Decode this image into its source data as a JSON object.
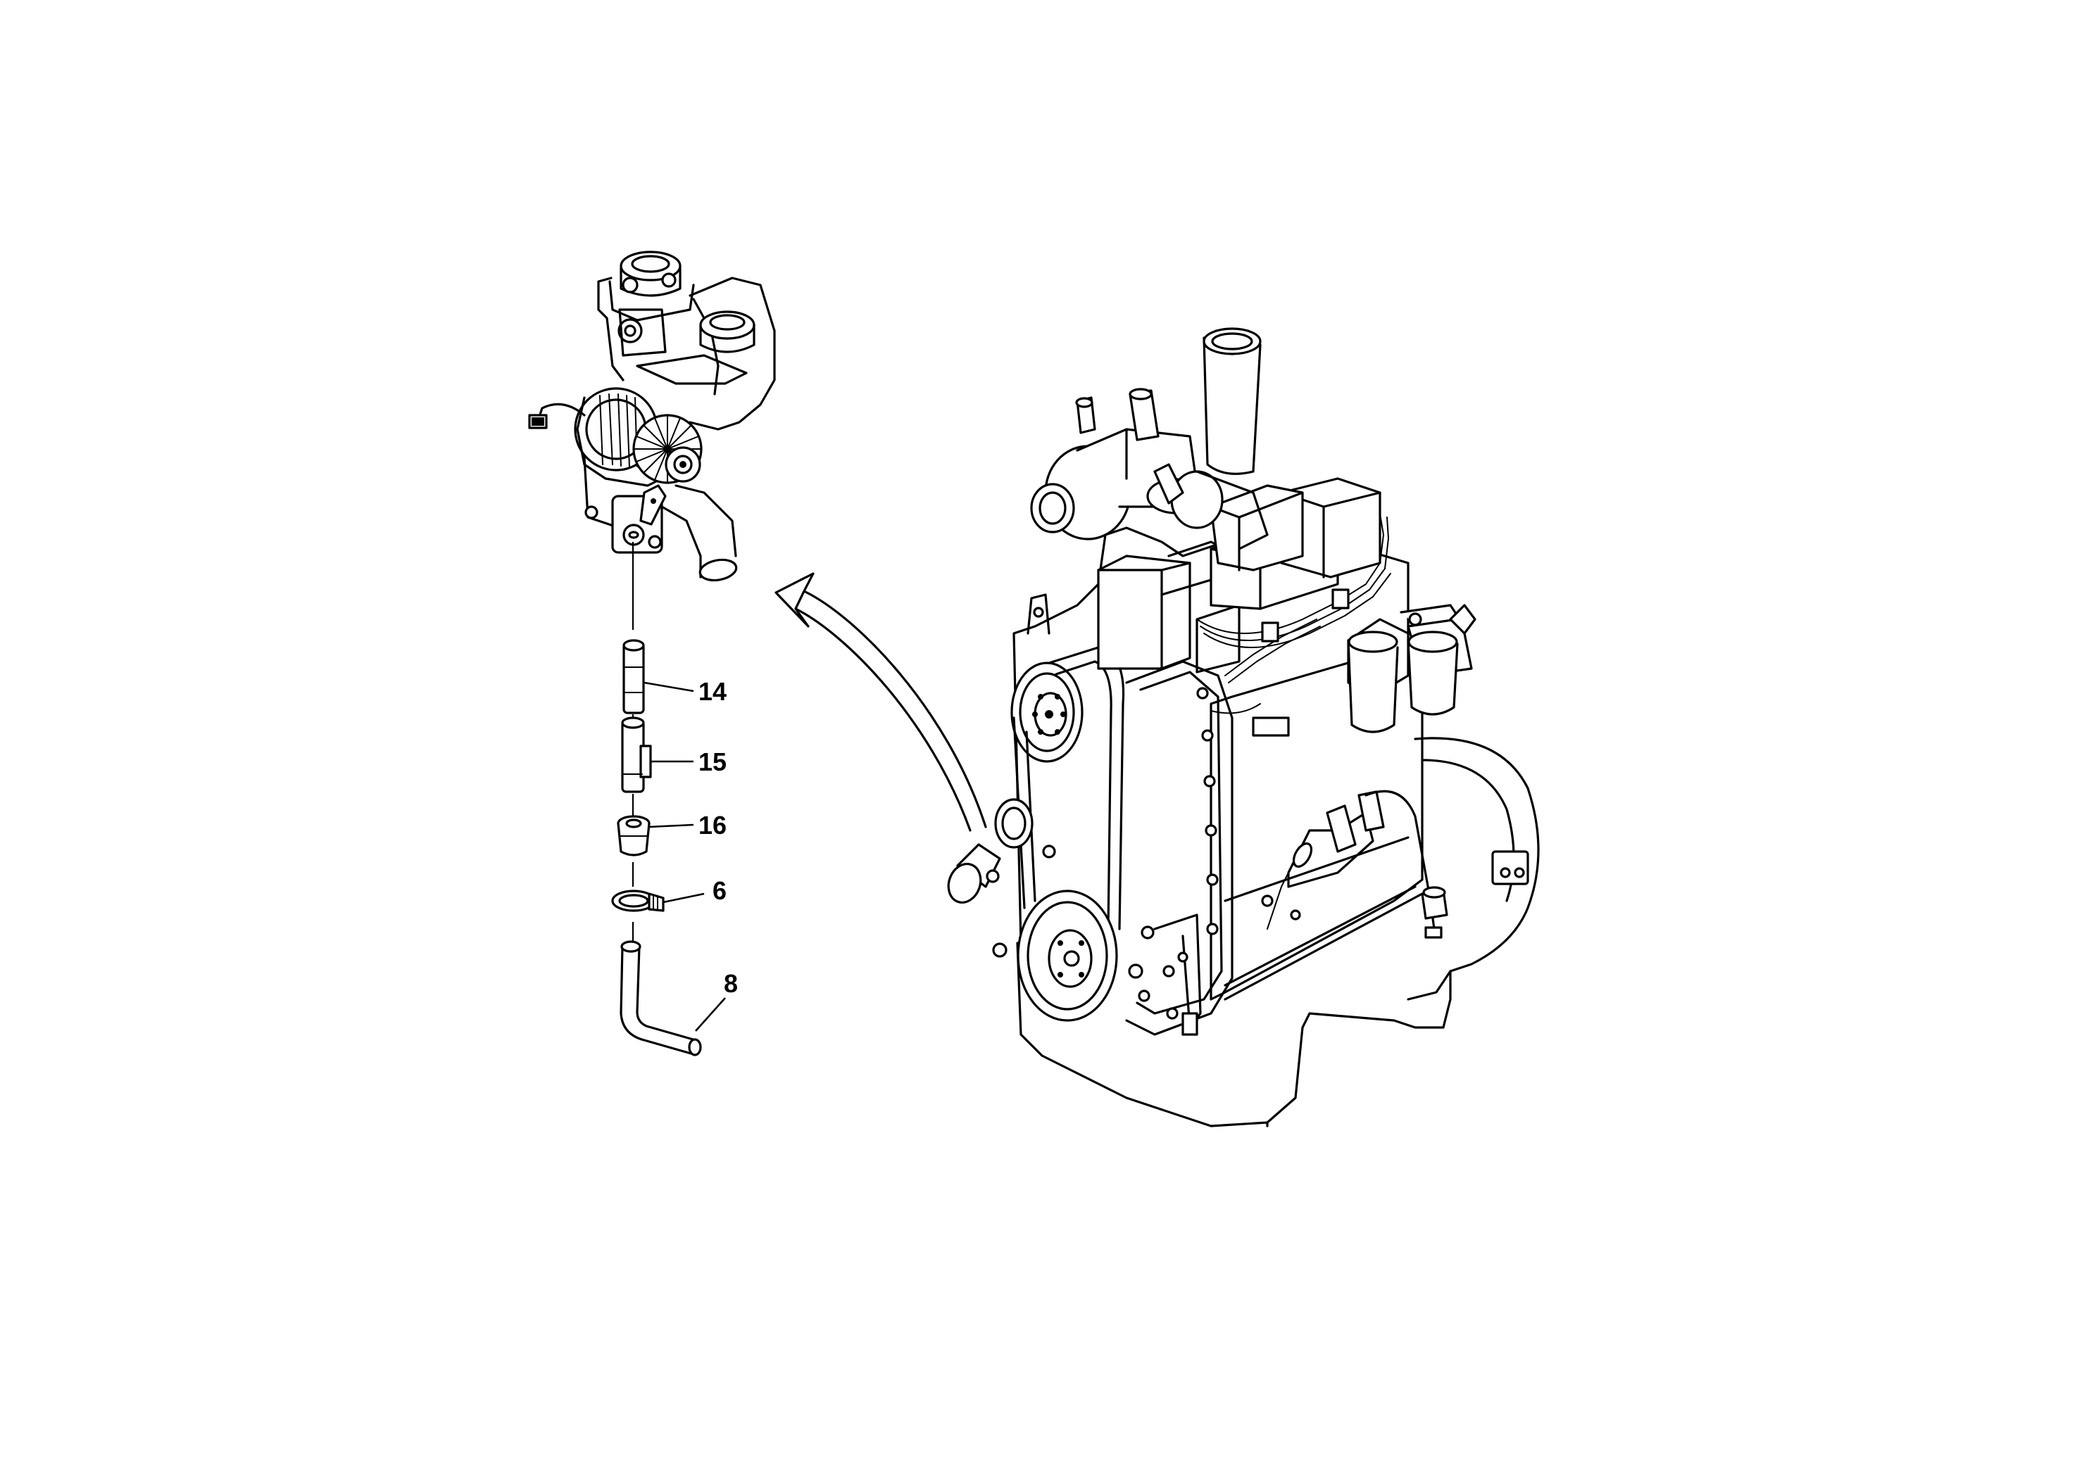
{
  "callouts": [
    {
      "id": "14",
      "label": "14"
    },
    {
      "id": "15",
      "label": "15"
    },
    {
      "id": "16",
      "label": "16"
    },
    {
      "id": "6",
      "label": "6"
    },
    {
      "id": "8",
      "label": "8"
    }
  ],
  "icons": {
    "exploded_assembly": "water-pump-alternator-assembly",
    "engine": "engine-block-isometric",
    "arrow": "curved-reference-arrow"
  }
}
